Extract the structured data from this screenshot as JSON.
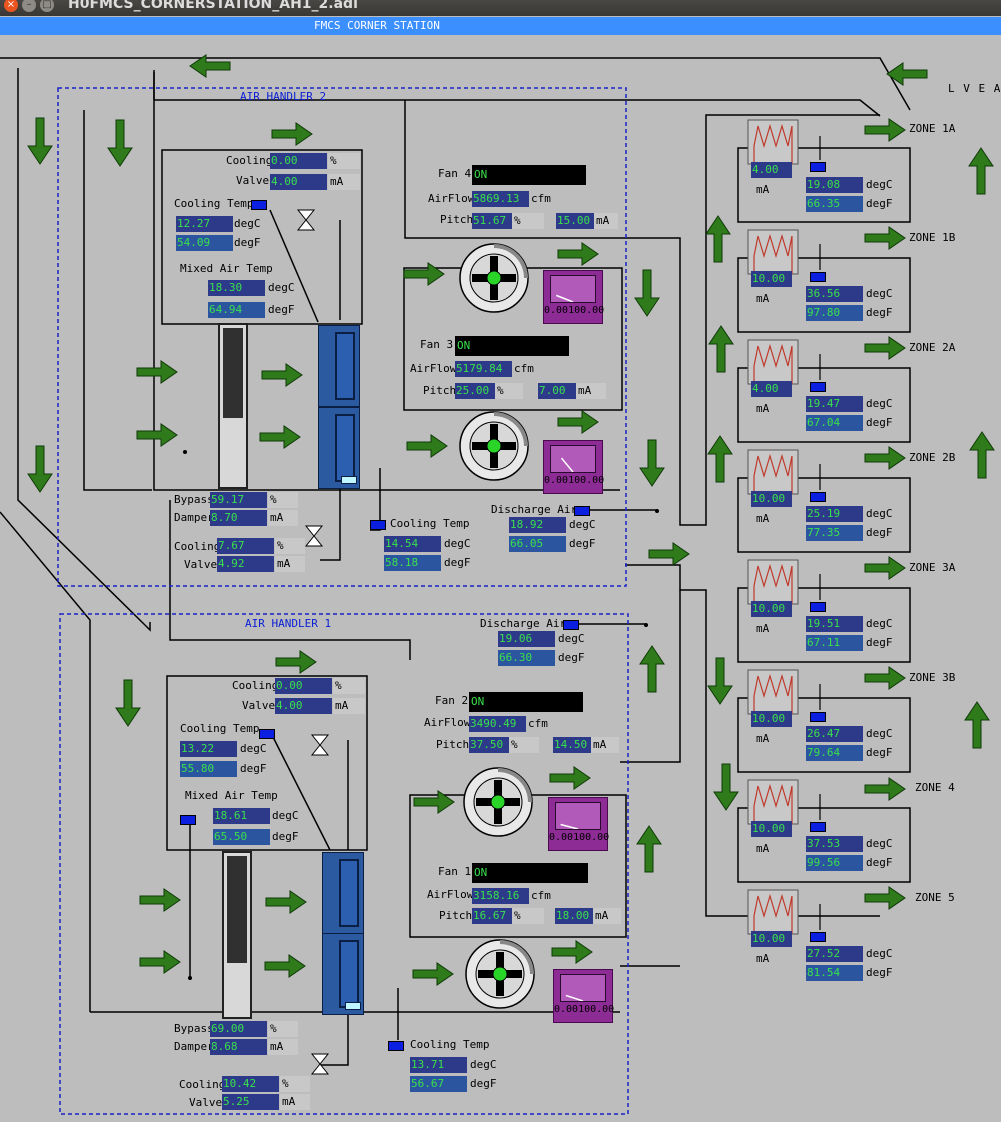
{
  "window": {
    "title": "H0FMCS_CORNERSTATION_AH1_2.adl",
    "banner": "FMCS CORNER STATION"
  },
  "lvea_label": "L V E A",
  "air_handler_2": {
    "title": "AIR HANDLER 2",
    "cooling_pct": "0.00",
    "valve_ma": "4.00",
    "cooling_temp_c": "12.27",
    "cooling_temp_f": "54.09",
    "mixed_air_c": "18.30",
    "mixed_air_f": "64.94",
    "bypass_pct": "59.17",
    "damper_ma": "8.70",
    "lower_cooling_pct": "7.67",
    "lower_valve_ma": "4.92",
    "coil_temp_c": "14.54",
    "coil_temp_f": "58.18",
    "discharge_c": "18.92",
    "discharge_f": "66.05",
    "fan4": {
      "label": "Fan 4",
      "status": "ON",
      "airflow": "5869.13",
      "pitch_pct": "51.67",
      "pitch_ma": "15.00"
    },
    "fan3": {
      "label": "Fan 3",
      "status": "ON",
      "airflow": "5179.84",
      "pitch_pct": "25.00",
      "pitch_ma": "7.00"
    }
  },
  "air_handler_1": {
    "title": "AIR HANDLER 1",
    "cooling_pct": "0.00",
    "valve_ma": "4.00",
    "cooling_temp_c": "13.22",
    "cooling_temp_f": "55.80",
    "mixed_air_c": "18.61",
    "mixed_air_f": "65.50",
    "bypass_pct": "69.00",
    "damper_ma": "8.68",
    "lower_cooling_pct": "10.42",
    "lower_valve_ma": "5.25",
    "coil_temp_c": "13.71",
    "coil_temp_f": "56.67",
    "discharge_c": "19.06",
    "discharge_f": "66.30",
    "fan2": {
      "label": "Fan 2",
      "status": "ON",
      "airflow": "3490.49",
      "pitch_pct": "37.50",
      "pitch_ma": "14.50"
    },
    "fan1": {
      "label": "Fan 1",
      "status": "ON",
      "airflow": "3158.16",
      "pitch_pct": "16.67",
      "pitch_ma": "18.00"
    }
  },
  "labels": {
    "cooling": "Cooling",
    "valve": "Valve",
    "cooling_temp": "Cooling Temp",
    "mixed_air_temp": "Mixed Air Temp",
    "bypass": "Bypass",
    "damper": "Damper",
    "discharge_air": "Discharge Air",
    "airflow": "AirFlow",
    "pitch": "Pitch",
    "pct": "%",
    "ma": "mA",
    "degc": "degC",
    "degf": "degF",
    "cfm": "cfm"
  },
  "gauge_scale": "0.00100.00",
  "gauge_levels_pct": [
    12,
    28,
    8,
    10
  ],
  "meter_levels_pct": {
    "ah2_bypass": 59.17,
    "ah1_bypass": 69.0
  },
  "zones": [
    {
      "name": "ZONE 1A",
      "heater_ma": "4.00",
      "temp_c": "19.08",
      "temp_f": "66.35"
    },
    {
      "name": "ZONE 1B",
      "heater_ma": "10.00",
      "temp_c": "36.56",
      "temp_f": "97.80"
    },
    {
      "name": "ZONE 2A",
      "heater_ma": "4.00",
      "temp_c": "19.47",
      "temp_f": "67.04"
    },
    {
      "name": "ZONE 2B",
      "heater_ma": "10.00",
      "temp_c": "25.19",
      "temp_f": "77.35"
    },
    {
      "name": "ZONE 3A",
      "heater_ma": "10.00",
      "temp_c": "19.51",
      "temp_f": "67.11"
    },
    {
      "name": "ZONE 3B",
      "heater_ma": "10.00",
      "temp_c": "26.47",
      "temp_f": "79.64"
    },
    {
      "name": "ZONE 4",
      "heater_ma": "10.00",
      "temp_c": "37.53",
      "temp_f": "99.56"
    },
    {
      "name": "ZONE 5",
      "heater_ma": "10.00",
      "temp_c": "27.52",
      "temp_f": "81.54"
    }
  ],
  "colors": {
    "background": "#bdbdbd",
    "readout_bg": "#2d3a8a",
    "readout_text": "#39e04b",
    "arrow": "#2f7a1a",
    "section_border": "#1a23c8",
    "gauge": "#8e2c96",
    "heater": "#c0392b"
  }
}
